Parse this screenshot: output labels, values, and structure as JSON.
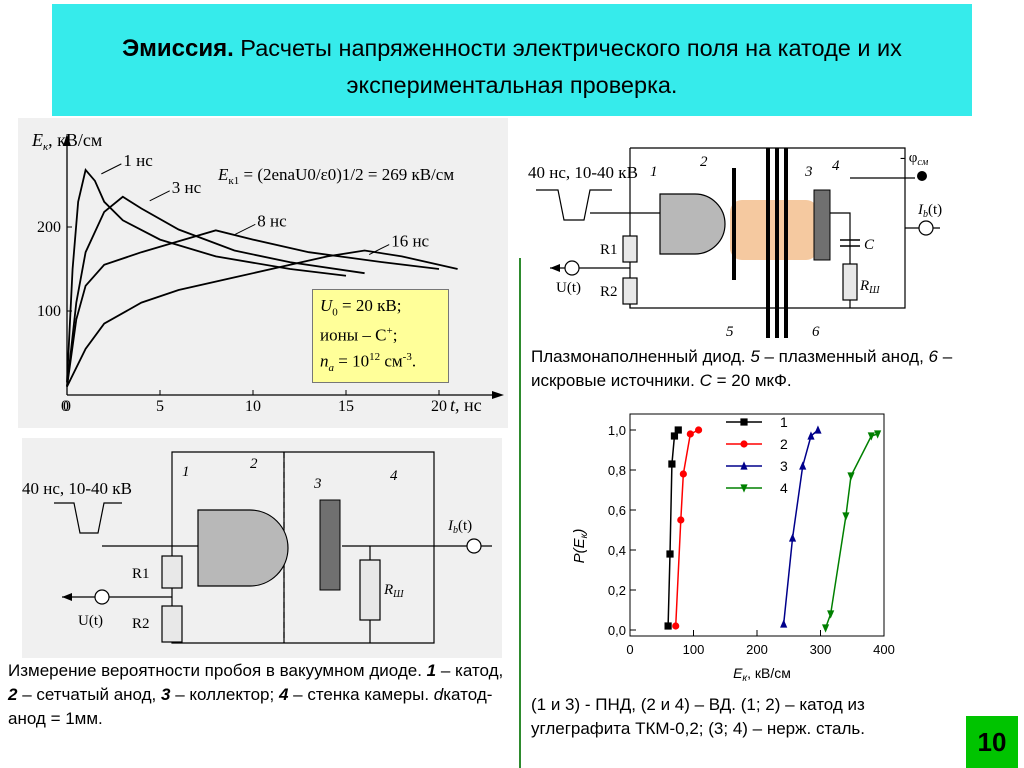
{
  "title": {
    "bold": "Эмиссия.",
    "rest": " Расчеты напряженности электрического поля на катоде и их экспериментальная проверка."
  },
  "field_chart": {
    "y_axis_label": "E",
    "y_axis_sub": "к",
    "y_axis_unit": ", кВ/см",
    "x_axis_label": "t",
    "x_axis_unit": ", нс",
    "formula": "E",
    "formula_sub": "к1",
    "formula_rest": " = (2enaU0/ε0)1/2 = 269 кВ/см",
    "legend_lines": [
      "U0 = 20 кВ;",
      "ионы – C+;",
      "na = 1012 см-3."
    ],
    "legend_u0": "U",
    "legend_u0_sub": "0",
    "legend_u0_val": " = 20 кВ;",
    "legend_ions": "ионы – C",
    "legend_ions_sup": "+",
    "legend_ions_end": ";",
    "legend_n": "n",
    "legend_n_sub": "a",
    "legend_n_val": " = 10",
    "legend_n_sup": "12",
    "legend_n_unit": " см",
    "legend_n_sup2": "-3",
    "legend_n_end": ".",
    "chart_data": {
      "type": "line",
      "xlabel": "t, нс",
      "ylabel": "Eк, кВ/см",
      "xlim": [
        0,
        22
      ],
      "ylim": [
        0,
        300
      ],
      "x_ticks": [
        "0",
        "5",
        "10",
        "15",
        "20"
      ],
      "y_ticks": [
        "100",
        "200"
      ],
      "series": [
        {
          "name": "1 нс",
          "x": [
            0,
            0.3,
            0.6,
            1.0,
            1.5,
            2,
            3,
            5,
            8,
            12,
            15
          ],
          "y": [
            15,
            150,
            230,
            268,
            255,
            230,
            208,
            185,
            165,
            150,
            142
          ]
        },
        {
          "name": "3 нс",
          "x": [
            0,
            0.5,
            1,
            2,
            3,
            4,
            6,
            9,
            12,
            16
          ],
          "y": [
            10,
            110,
            170,
            218,
            236,
            222,
            197,
            172,
            158,
            145
          ]
        },
        {
          "name": "8 нс",
          "x": [
            0,
            0.5,
            1,
            2,
            4,
            6,
            8,
            10,
            13,
            17,
            20
          ],
          "y": [
            10,
            90,
            130,
            155,
            170,
            183,
            196,
            185,
            170,
            158,
            150
          ]
        },
        {
          "name": "16 нс",
          "x": [
            0,
            1,
            2,
            4,
            6,
            9,
            12,
            14,
            16,
            18,
            21
          ],
          "y": [
            10,
            55,
            85,
            110,
            125,
            140,
            155,
            165,
            172,
            165,
            150
          ]
        }
      ]
    }
  },
  "diagram_top": {
    "pulse_label": "40 нс, 10-40 кВ",
    "labels": [
      "1",
      "2",
      "3",
      "4",
      "5",
      "6"
    ],
    "phi": "- φ",
    "phi_sub": "см",
    "ib": "I",
    "ib_sub": "b",
    "ib_end": "(t)",
    "c_label": "C",
    "r1": "R1",
    "r2": "R2",
    "rsh": "R",
    "rsh_sub": "Ш",
    "ut": "U(t)"
  },
  "caption_top": {
    "text": "Плазмонаполненный диод.  5 – плазменный анод, 6 – искровые источники. C = 20 мкФ.",
    "line1": "Плазмонаполненный диод.  ",
    "n5": "5",
    "mid": " – плазменный анод, ",
    "n6": "6",
    "tail": " – искровые источники. ",
    "c": "C",
    "tail2": " = 20 мкФ."
  },
  "diagram_bottom": {
    "pulse_label": "40 нс, 10-40 кВ",
    "labels": [
      "1",
      "2",
      "3",
      "4"
    ],
    "ib": "I",
    "ib_sub": "b",
    "ib_end": "(t)",
    "r1": "R1",
    "r2": "R2",
    "rsh": "R",
    "rsh_sub": "Ш",
    "ut": "U(t)"
  },
  "caption_bottom": {
    "text": "Измерение вероятности пробоя в вакуумном диоде.  1 – катод, 2 – сетчатый анод, 3 – коллектор; 4 – стенка камеры. dкатод-анод = 1мм.",
    "p1": "Измерение вероятности пробоя в вакуумном диоде.  ",
    "n1": "1",
    "p2": " – катод, ",
    "n2": "2",
    "p3": " – сетчатый анод, ",
    "n3": "3",
    "p4": " – коллектор; ",
    "n4": "4",
    "p5": " – стенка камеры. ",
    "d": "d",
    "p6": "катод-анод = 1мм."
  },
  "prob_chart": {
    "ylabel": "P(E",
    "ylabel_sub": "к",
    "ylabel_end": ")",
    "xlabel": "E",
    "xlabel_sub": "к",
    "xlabel_end": ", кВ/см",
    "chart_data": {
      "type": "line",
      "xlabel": "Eк, кВ/см",
      "ylabel": "P(Eк)",
      "xlim": [
        0,
        400
      ],
      "ylim": [
        0,
        1.0
      ],
      "x_ticks": [
        "0",
        "100",
        "200",
        "300",
        "400"
      ],
      "y_ticks": [
        "0,0",
        "0,2",
        "0,4",
        "0,6",
        "0,8",
        "1,0"
      ],
      "series": [
        {
          "name": "1",
          "color": "#000000",
          "marker": "square",
          "x": [
            60,
            63,
            66,
            70,
            76
          ],
          "y": [
            0.02,
            0.38,
            0.83,
            0.97,
            1.0
          ]
        },
        {
          "name": "2",
          "color": "#ff0000",
          "marker": "circle",
          "x": [
            72,
            80,
            84,
            95,
            108
          ],
          "y": [
            0.02,
            0.55,
            0.78,
            0.98,
            1.0
          ]
        },
        {
          "name": "3",
          "color": "#00008b",
          "marker": "triangle-up",
          "x": [
            242,
            256,
            272,
            285,
            296
          ],
          "y": [
            0.03,
            0.46,
            0.82,
            0.97,
            1.0
          ]
        },
        {
          "name": "4",
          "color": "#008000",
          "marker": "triangle-down",
          "x": [
            308,
            316,
            340,
            348,
            380,
            390
          ],
          "y": [
            0.01,
            0.08,
            0.57,
            0.77,
            0.97,
            0.98
          ]
        }
      ],
      "legend": "top-right"
    }
  },
  "caption_right": {
    "text": "(1 и 3) - ПНД,  (2 и 4) – ВД.  (1; 2) – катод из углеграфита ТКМ-0,2; (3; 4) –  нерж. сталь."
  },
  "page_number": "10",
  "colors": {
    "title_bg": "#36ebeb",
    "page_number_bg": "#00c400",
    "legend_bg": "#ffff99",
    "plasma": "#f5c9a0",
    "divider": "#2e8b2e"
  }
}
